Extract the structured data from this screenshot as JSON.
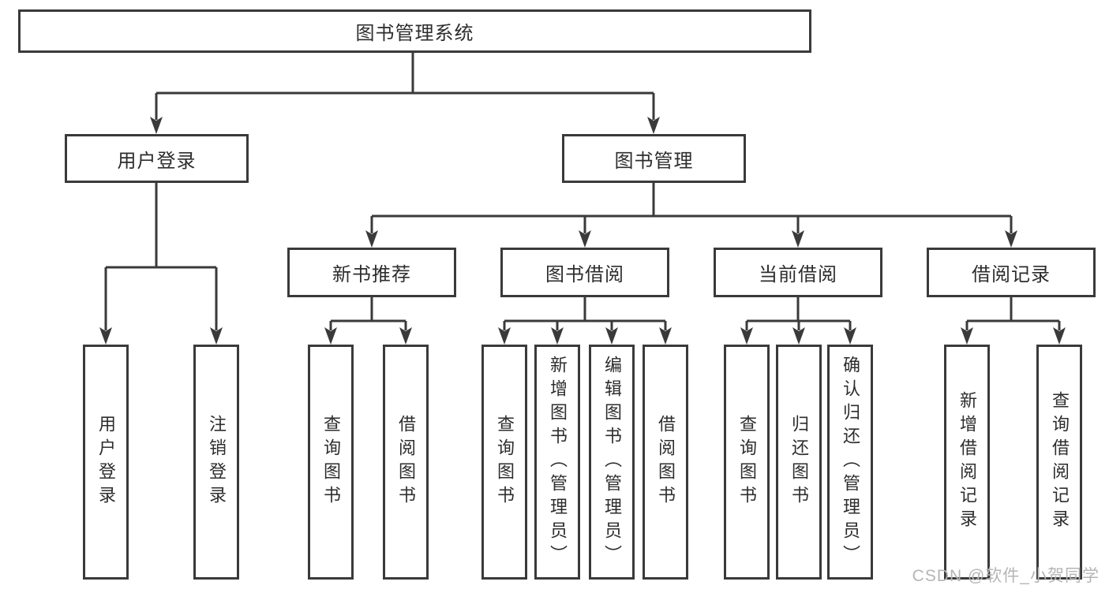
{
  "tree": {
    "root": {
      "label": "图书管理系统",
      "children": [
        {
          "label": "用户登录",
          "children": [
            {
              "label": "用户登录"
            },
            {
              "label": "注销登录"
            }
          ]
        },
        {
          "label": "图书管理",
          "children": [
            {
              "label": "新书推荐",
              "children": [
                {
                  "label": "查询图书"
                },
                {
                  "label": "借阅图书"
                }
              ]
            },
            {
              "label": "图书借阅",
              "children": [
                {
                  "label": "查询图书"
                },
                {
                  "label": "新增图书（管理员）"
                },
                {
                  "label": "编辑图书（管理员）"
                },
                {
                  "label": "借阅图书"
                }
              ]
            },
            {
              "label": "当前借阅",
              "children": [
                {
                  "label": "查询图书"
                },
                {
                  "label": "归还图书"
                },
                {
                  "label": "确认归还（管理员）"
                }
              ]
            },
            {
              "label": "借阅记录",
              "children": [
                {
                  "label": "新增借阅记录"
                },
                {
                  "label": "查询借阅记录"
                }
              ]
            }
          ]
        }
      ]
    }
  },
  "watermark": {
    "text": "CSDN @软件_小贺同学"
  },
  "colors": {
    "line": "#3a3a3a",
    "text": "#2d2d2d",
    "watermark_gray": "#b5b5b5",
    "background": "#ffffff"
  }
}
